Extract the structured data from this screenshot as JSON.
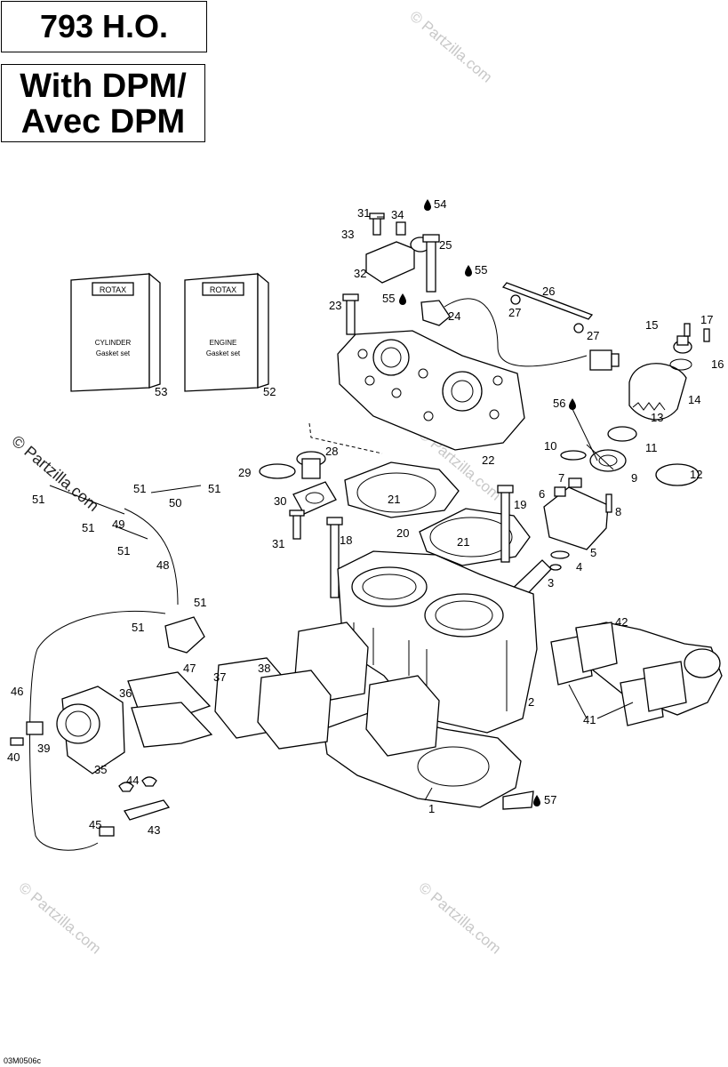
{
  "header": {
    "title": "793 H.O.",
    "subtitle_line1": "With DPM/",
    "subtitle_line2": "Avec DPM"
  },
  "kits": [
    {
      "brand": "ROTAX",
      "line1": "CYLINDER",
      "line2": "Gasket set",
      "number": "53"
    },
    {
      "brand": "ROTAX",
      "line1": "ENGINE",
      "line2": "Gasket set",
      "number": "52"
    }
  ],
  "callouts": [
    {
      "num": "31"
    },
    {
      "num": "34"
    },
    {
      "num": "54"
    },
    {
      "num": "33"
    },
    {
      "num": "25"
    },
    {
      "num": "32"
    },
    {
      "num": "55"
    },
    {
      "num": "55"
    },
    {
      "num": "26"
    },
    {
      "num": "23"
    },
    {
      "num": "24"
    },
    {
      "num": "27"
    },
    {
      "num": "27"
    },
    {
      "num": "15"
    },
    {
      "num": "17"
    },
    {
      "num": "16"
    },
    {
      "num": "14"
    },
    {
      "num": "13"
    },
    {
      "num": "56"
    },
    {
      "num": "11"
    },
    {
      "num": "10"
    },
    {
      "num": "9"
    },
    {
      "num": "12"
    },
    {
      "num": "22"
    },
    {
      "num": "28"
    },
    {
      "num": "29"
    },
    {
      "num": "7"
    },
    {
      "num": "6"
    },
    {
      "num": "8"
    },
    {
      "num": "21"
    },
    {
      "num": "30"
    },
    {
      "num": "19"
    },
    {
      "num": "20"
    },
    {
      "num": "21"
    },
    {
      "num": "5"
    },
    {
      "num": "31"
    },
    {
      "num": "18"
    },
    {
      "num": "4"
    },
    {
      "num": "3"
    },
    {
      "num": "51"
    },
    {
      "num": "51"
    },
    {
      "num": "51"
    },
    {
      "num": "50"
    },
    {
      "num": "49"
    },
    {
      "num": "51"
    },
    {
      "num": "51"
    },
    {
      "num": "48"
    },
    {
      "num": "51"
    },
    {
      "num": "51"
    },
    {
      "num": "42"
    },
    {
      "num": "47"
    },
    {
      "num": "37"
    },
    {
      "num": "38"
    },
    {
      "num": "46"
    },
    {
      "num": "36"
    },
    {
      "num": "2"
    },
    {
      "num": "41"
    },
    {
      "num": "40"
    },
    {
      "num": "39"
    },
    {
      "num": "35"
    },
    {
      "num": "44"
    },
    {
      "num": "57"
    },
    {
      "num": "1"
    },
    {
      "num": "45"
    },
    {
      "num": "43"
    }
  ],
  "watermark": {
    "text": "© Partzilla.com"
  },
  "footer": {
    "code": "03M0506c"
  }
}
